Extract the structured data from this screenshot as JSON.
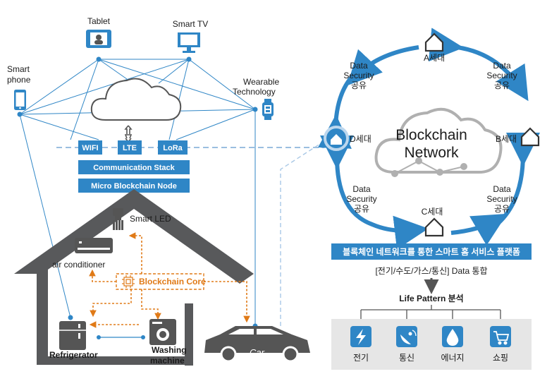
{
  "devices": {
    "tablet": "Tablet",
    "smart_tv": "Smart TV",
    "smart_phone": [
      "Smart",
      "phone"
    ],
    "wearable": [
      "Wearable",
      "Technology"
    ],
    "smart_led": "Smart LED",
    "air_conditioner": "air conditioner",
    "refrigerator": "Refrigerator",
    "washing_machine": [
      "Washing",
      "machine"
    ],
    "car": "Car"
  },
  "comm": {
    "wifi": "WIFI",
    "lte": "LTE",
    "lora": "LoRa",
    "stack": "Communication Stack",
    "node": "Micro Blockchain Node"
  },
  "core": {
    "label": "Blockchain Core"
  },
  "network": {
    "title": [
      "Blockchain",
      "Network"
    ],
    "nodes": {
      "a": "A세대",
      "b": "B세대",
      "c": "C세대",
      "d": "D세대"
    },
    "share_label": [
      "Data",
      "Security",
      "공유"
    ]
  },
  "platform": {
    "banner": "블록체인 네트워크를 통한 스마트 홈 서비스 플랫폼",
    "integration": "[전기/수도/가스/통신] Data 통합",
    "analysis": "Life Pattern 분석",
    "services": [
      "전기",
      "통신",
      "에너지",
      "쇼핑"
    ]
  },
  "colors": {
    "blue": "#2f86c6",
    "dark": "#58595b",
    "orange": "#e07a17",
    "gray_panel": "#e6e6e6"
  },
  "icons": [
    "tablet-icon",
    "tv-icon",
    "phone-icon",
    "watch-icon",
    "cloud-icon",
    "led-bulb-icon",
    "house-icon",
    "lightning-icon",
    "satellite-dish-icon",
    "water-drop-icon",
    "cart-icon"
  ]
}
